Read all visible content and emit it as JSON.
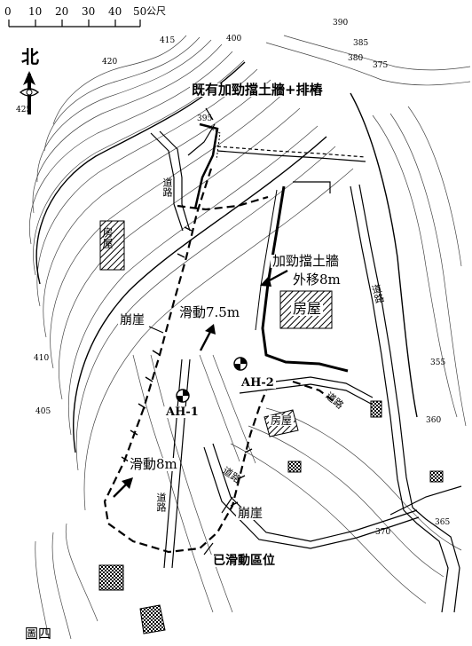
{
  "scale_bar": {
    "ticks": [
      "0",
      "10",
      "20",
      "30",
      "40",
      "50"
    ],
    "unit": "公尺"
  },
  "north_label": "北",
  "callouts": {
    "existing_wall": "既有加勁擋土牆+排樁",
    "reinforced_wall": "加勁擋土牆",
    "reinforced_wall_shift": "外移8m",
    "slip_75": "滑動7.5m",
    "slip_8": "滑動8m",
    "scarp_left": "崩崖",
    "scarp_bottom": "崩崖",
    "slid_zone": "已滑動區位",
    "figure_caption": "圖四"
  },
  "boreholes": [
    "AH-1",
    "AH-2"
  ],
  "buildings": {
    "label": "房屋"
  },
  "roads": {
    "label": "道路"
  },
  "contours": [
    "425",
    "420",
    "415",
    "410",
    "405",
    "400",
    "395",
    "390",
    "385",
    "380",
    "375",
    "370",
    "365",
    "360",
    "355"
  ]
}
